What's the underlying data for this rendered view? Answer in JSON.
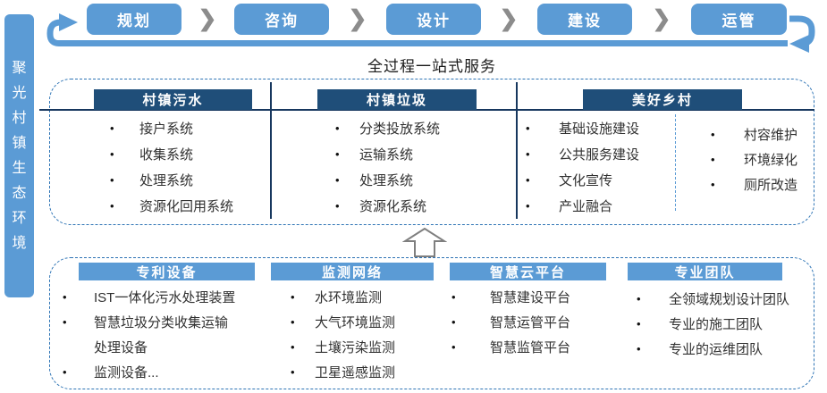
{
  "colors": {
    "accent_blue": "#5B9BD5",
    "dark_navy": "#1F4E79",
    "dashed_border_blue": "#2E74B5",
    "divider_navy": "#17375E",
    "chevron_gray": "#8C8C8C",
    "arrow_outline_gray": "#7F7F7F",
    "body_text": "#303030"
  },
  "glyphs": {
    "bullet": "•",
    "chevron": "❯"
  },
  "icons": {
    "loop_start_icon": "curved-arrow-right",
    "loop_end_icon": "curved-arrow-down-left",
    "step_separator_icon": "chevron-right",
    "up_arrow_icon": "hollow-block-arrow-up"
  },
  "sidebar": {
    "label": "聚光村镇生态环境",
    "chars": [
      "聚",
      "光",
      "村",
      "镇",
      "生",
      "态",
      "环",
      "境"
    ]
  },
  "flow": {
    "steps": [
      "规划",
      "咨询",
      "设计",
      "建设",
      "运管"
    ]
  },
  "banner": {
    "title": "全过程一站式服务"
  },
  "services": {
    "columns": [
      {
        "header": "村镇污水",
        "items": [
          "接户系统",
          "收集系统",
          "处理系统",
          "资源化回用系统"
        ]
      },
      {
        "header": "村镇垃圾",
        "items": [
          "分类投放系统",
          "运输系统",
          "处理系统",
          "资源化系统"
        ]
      },
      {
        "header": "美好乡村",
        "items_left": [
          "基础设施建设",
          "公共服务建设",
          "文化宣传",
          "产业融合"
        ],
        "items_right": [
          "村容维护",
          "环境绿化",
          "厕所改造"
        ]
      }
    ]
  },
  "capabilities": {
    "columns": [
      {
        "header": "专利设备",
        "items": [
          "IST一体化污水处理装置",
          "智慧垃圾分类收集运输",
          "处理设备",
          "监测设备..."
        ]
      },
      {
        "header": "监测网络",
        "items": [
          "水环境监测",
          "大气环境监测",
          "土壤污染监测",
          "卫星遥感监测"
        ]
      },
      {
        "header": "智慧云平台",
        "items": [
          "智慧建设平台",
          "智慧运管平台",
          "智慧监管平台"
        ]
      },
      {
        "header": "专业团队",
        "items": [
          "全领域规划设计团队",
          "专业的施工团队",
          "专业的运维团队"
        ]
      }
    ]
  }
}
